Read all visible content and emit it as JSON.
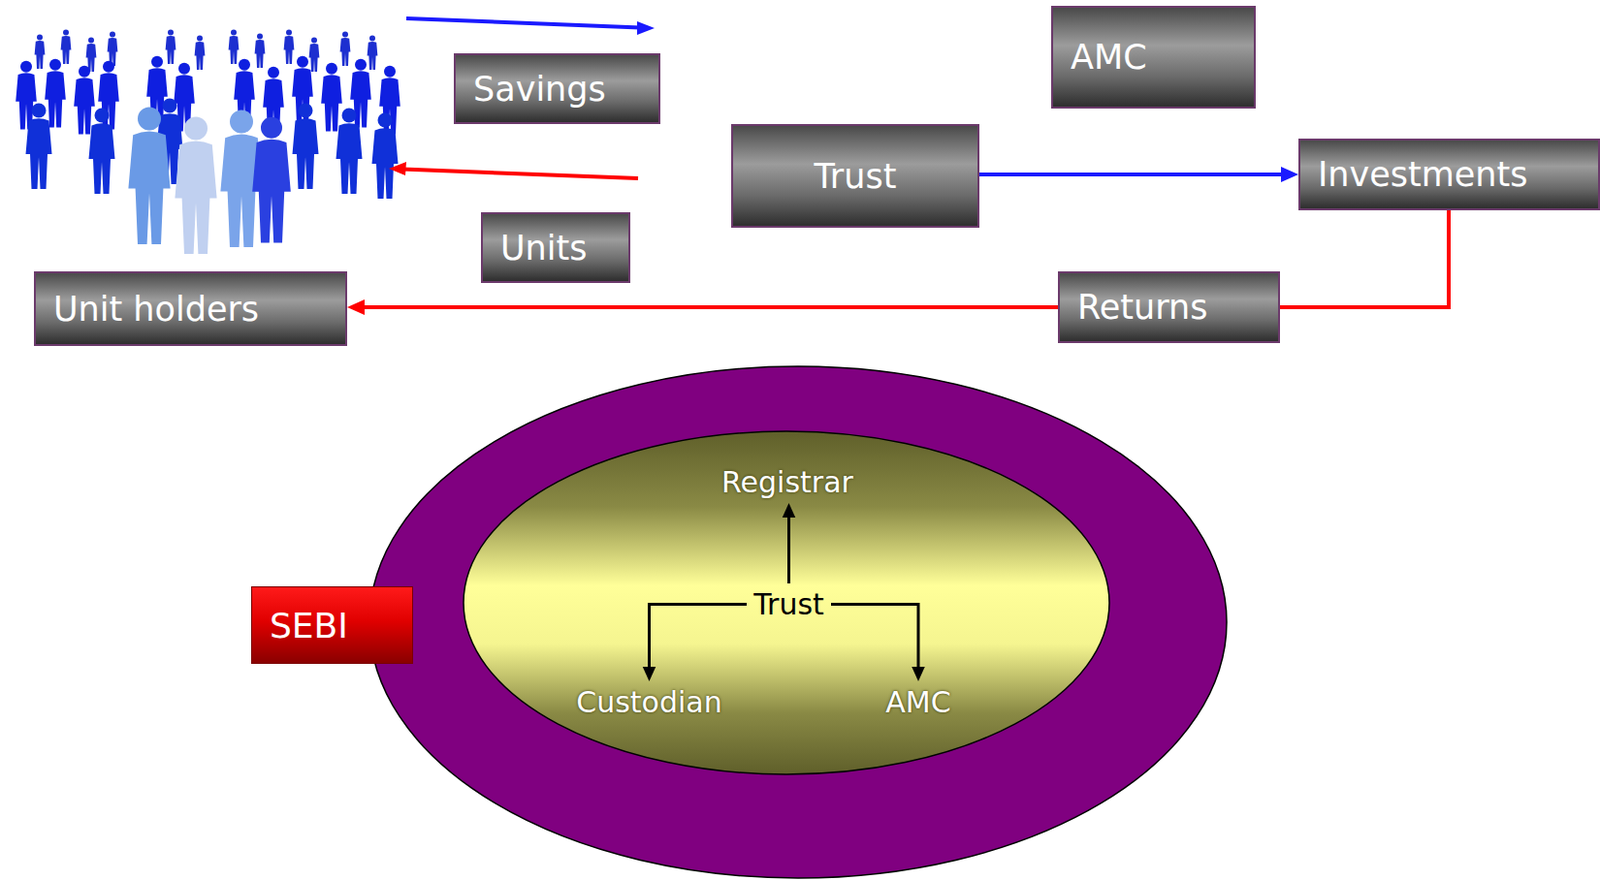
{
  "diagram": {
    "nodes": [
      {
        "text": [
          "Savings"
        ]
      },
      {
        "text": [
          "AMC"
        ]
      },
      {
        "text": [
          "Trust"
        ]
      },
      {
        "text": [
          "Investments"
        ]
      },
      {
        "text": [
          "Units"
        ]
      },
      {
        "text": [
          "Unit holders"
        ]
      },
      {
        "text": [
          "Returns"
        ]
      },
      {
        "text": [
          "Registrar"
        ]
      },
      {
        "text": [
          "SEBI"
        ]
      },
      {
        "text": [
          "Trust"
        ]
      },
      {
        "text": [
          "Custodian"
        ]
      },
      {
        "text": [
          "AMC"
        ]
      }
    ],
    "edges": [
      {
        "from": 2,
        "to": 3,
        "arrow": "to"
      },
      {
        "from": 3,
        "to": 6,
        "arrow": "none"
      },
      {
        "from": 6,
        "to": 5,
        "arrow": "to"
      },
      {
        "from": 9,
        "to": 7,
        "arrow": "to"
      },
      {
        "from": 9,
        "to": 10,
        "arrow": "to"
      },
      {
        "from": 9,
        "to": 11,
        "arrow": "to"
      }
    ]
  }
}
